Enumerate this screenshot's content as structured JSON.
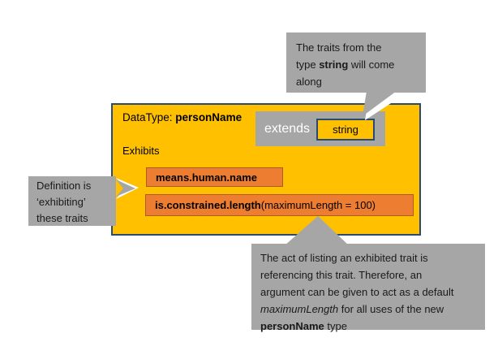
{
  "colors": {
    "amber": "#FFC000",
    "navy": "#2B4A70",
    "orange": "#ED7D31",
    "orange-border": "#AE5A21",
    "gray": "#A6A6A6",
    "text-dark": "#1A1A1A",
    "white": "#FFFFFF"
  },
  "main_box": {
    "title_prefix": "DataType: ",
    "title_name": "personName",
    "extends_label": "extends",
    "extends_type": "string",
    "exhibits_label": "Exhibits",
    "traits": [
      {
        "name": "means.human.name",
        "args": ""
      },
      {
        "name": "is.constrained.length",
        "args": " (maximumLength = 100)"
      }
    ]
  },
  "callouts": {
    "top": {
      "lines": [
        [
          {
            "text": "The traits from the"
          }
        ],
        [
          {
            "text": "type "
          },
          {
            "text": "string",
            "style": "bold"
          },
          {
            "text": " will come"
          }
        ],
        [
          {
            "text": "along"
          }
        ]
      ]
    },
    "left": {
      "lines": [
        [
          {
            "text": "Definition is"
          }
        ],
        [
          {
            "text": "‘exhibiting’"
          }
        ],
        [
          {
            "text": "these traits"
          }
        ]
      ]
    },
    "bottom": {
      "lines": [
        [
          {
            "text": "The act of listing an exhibited trait is"
          }
        ],
        [
          {
            "text": "referencing this trait. Therefore, an"
          }
        ],
        [
          {
            "text": "argument can be given to act as a default"
          }
        ],
        [
          {
            "text": "maximumLength",
            "style": "italic"
          },
          {
            "text": " for all uses of the new"
          }
        ],
        [
          {
            "text": "personName",
            "style": "bold"
          },
          {
            "text": " type"
          }
        ]
      ]
    }
  }
}
